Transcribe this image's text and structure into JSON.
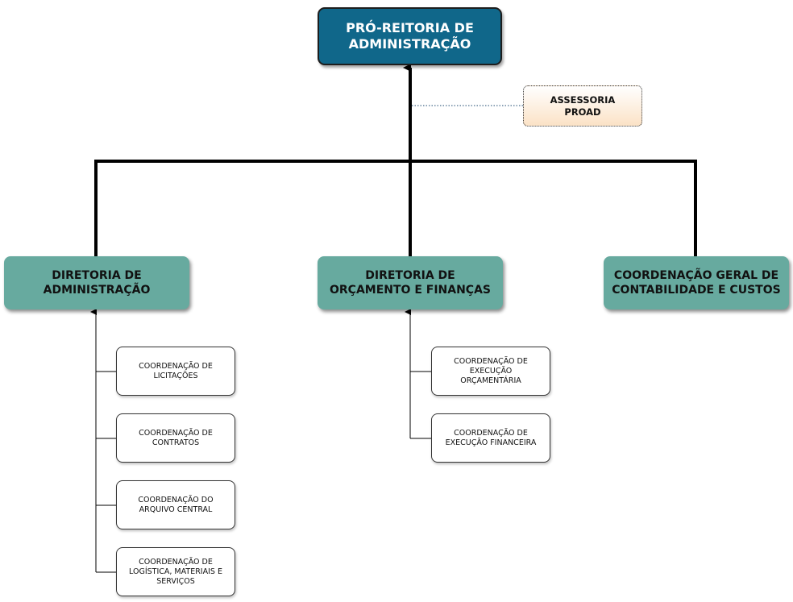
{
  "top": {
    "label": "PRÓ-REITORIA DE\nADMINISTRAÇÃO"
  },
  "assessoria": {
    "label": "ASSESSORIA\nPROAD"
  },
  "diretorias": [
    {
      "label": "DIRETORIA DE\nADMINISTRAÇÃO"
    },
    {
      "label": "DIRETORIA DE\nORÇAMENTO E FINANÇAS"
    },
    {
      "label": "COORDENAÇÃO GERAL DE\nCONTABILIDADE E CUSTOS"
    }
  ],
  "coordenacoes_administracao": [
    {
      "label": "COORDENAÇÃO DE\nLICITAÇÕES"
    },
    {
      "label": "COORDENAÇÃO DE\nCONTRATOS"
    },
    {
      "label": "COORDENAÇÃO DO\nARQUIVO CENTRAL"
    },
    {
      "label": "COORDENAÇÃO DE\nLOGÍSTICA, MATERIAIS E\nSERVIÇOS"
    }
  ],
  "coordenacoes_orcamento": [
    {
      "label": "COORDENAÇÃO DE\nEXECUÇÃO\nORÇAMENTÁRIA"
    },
    {
      "label": "COORDENAÇÃO DE\nEXECUÇÃO FINANCEIRA"
    }
  ],
  "colors": {
    "top_fill": "#10678a",
    "diretoria_fill": "#67aa9f",
    "assessoria_fill": "#fbe2c6",
    "line": "#000000"
  }
}
